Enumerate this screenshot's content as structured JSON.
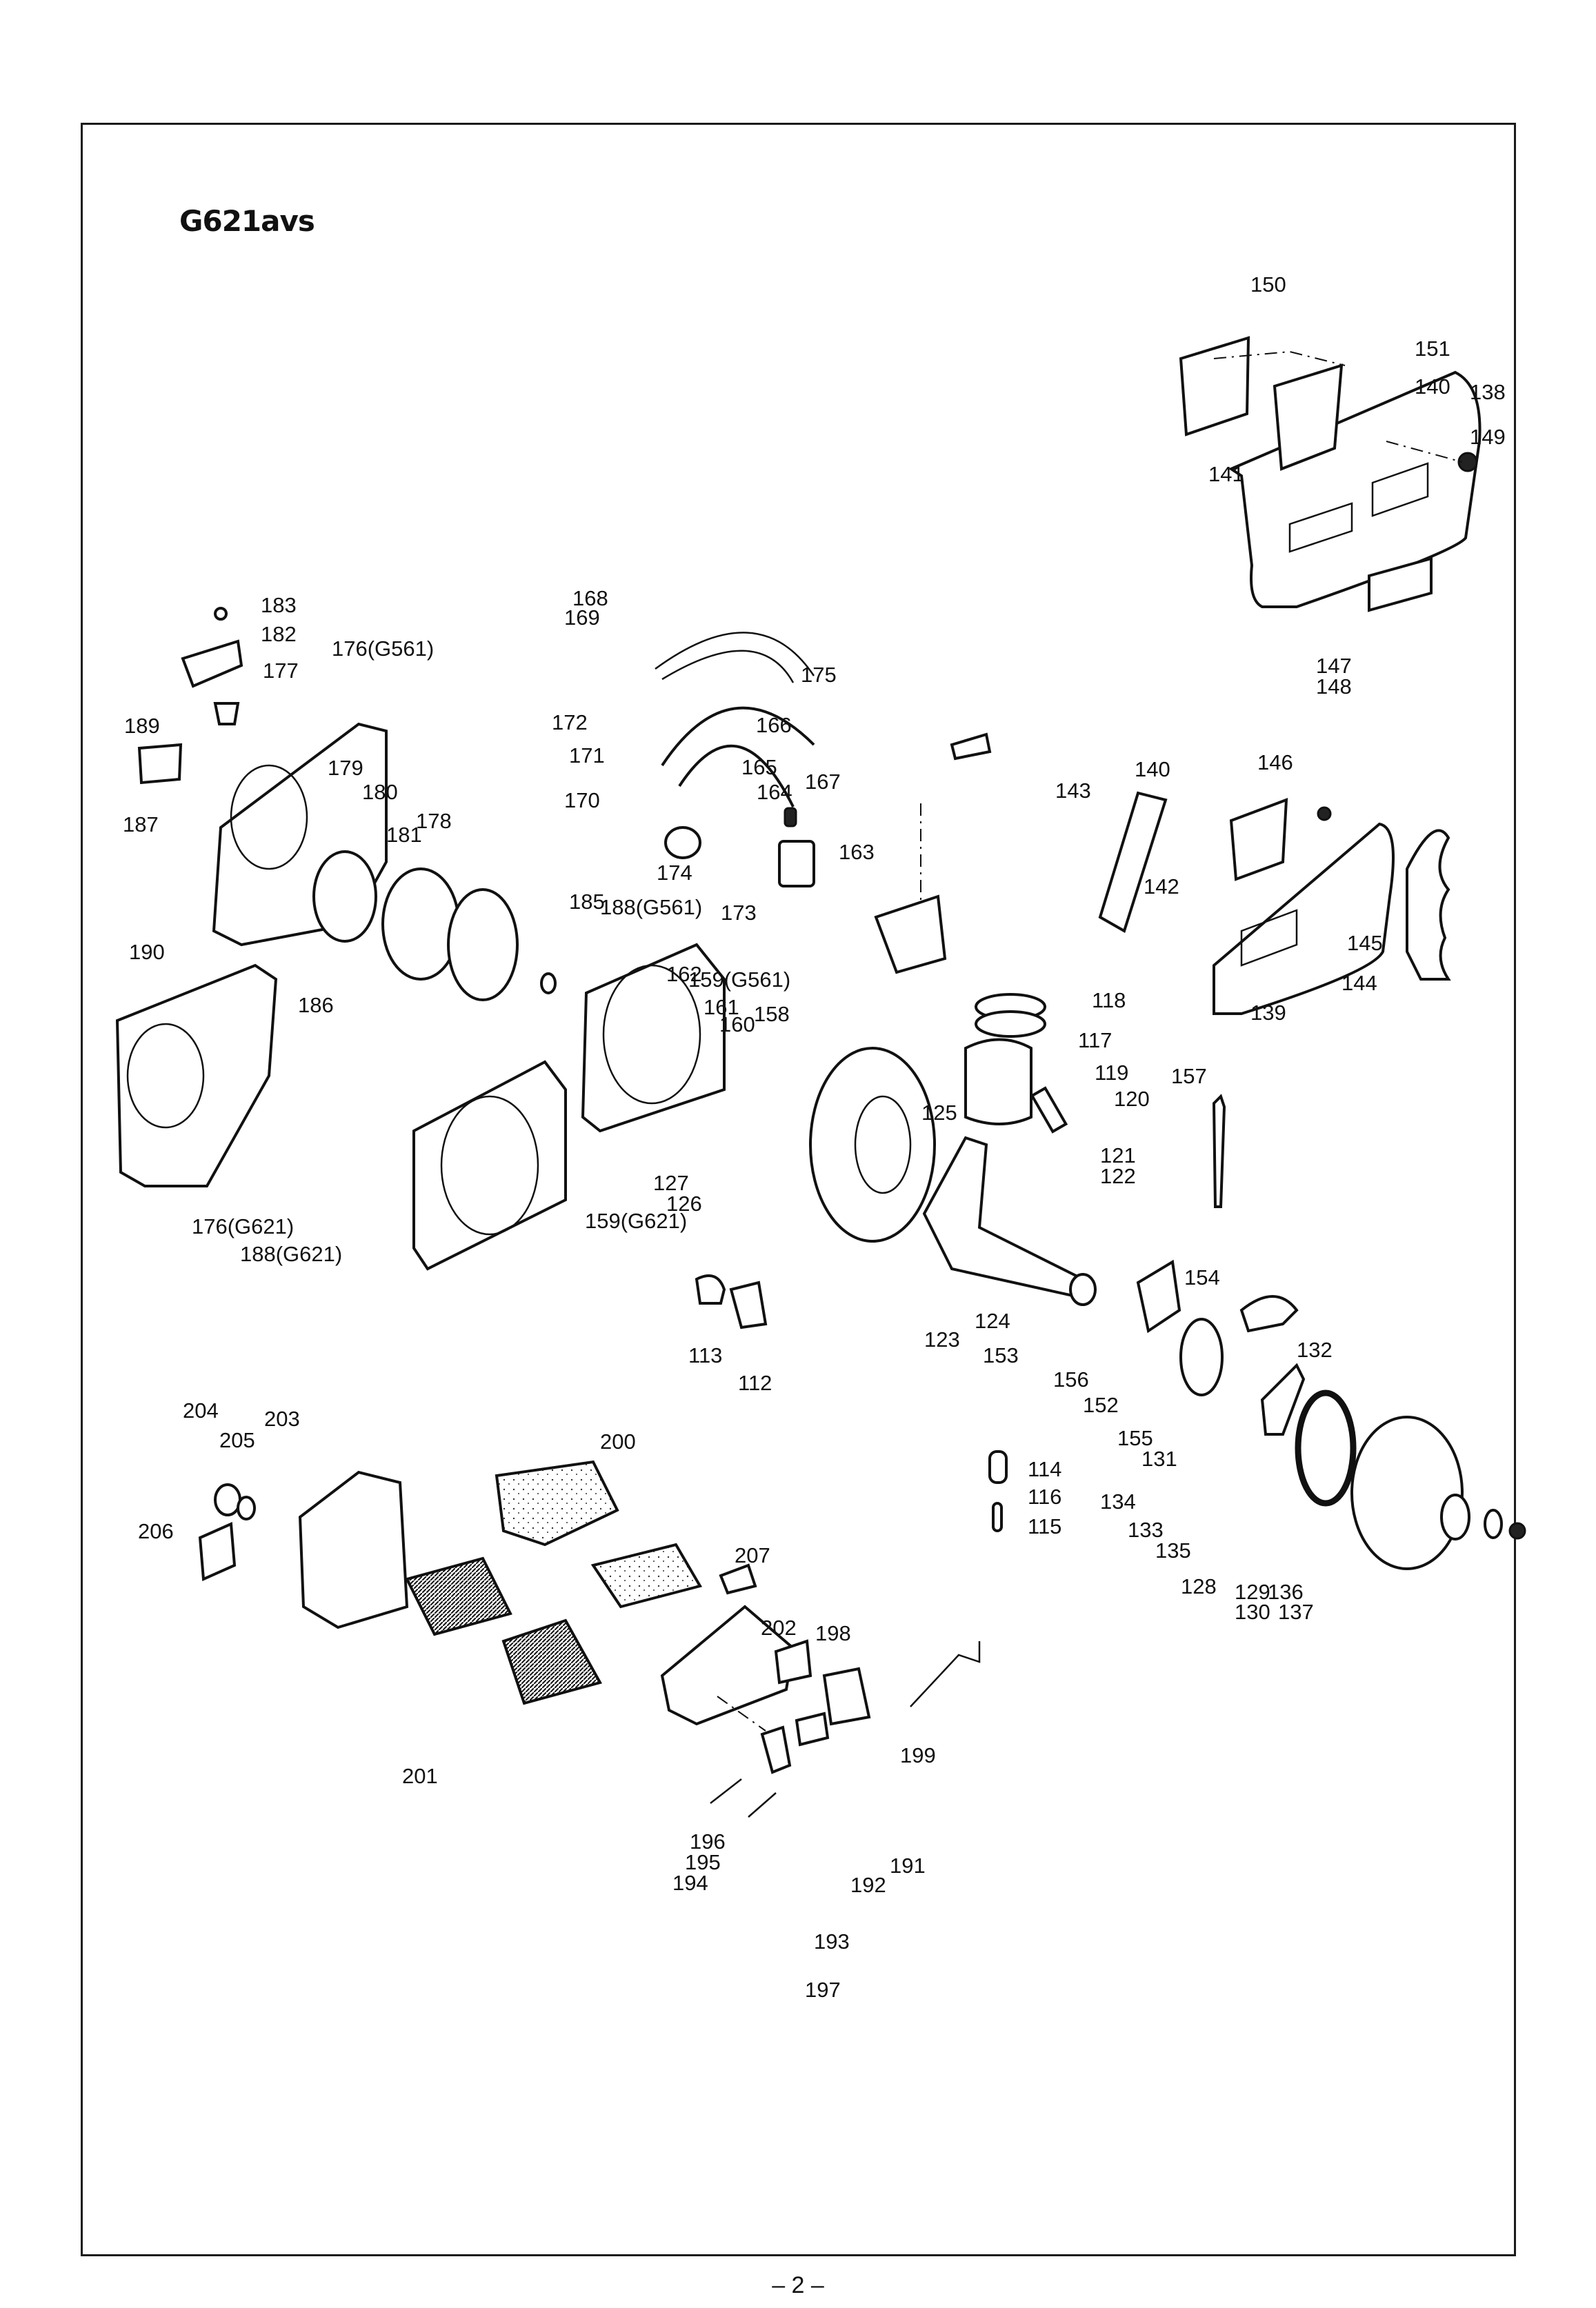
{
  "document": {
    "model_title": "G621avs",
    "page_number": "– 2 –",
    "accent_color": "#111111",
    "background_color": "#ffffff"
  },
  "callouts": {
    "c150": "150",
    "c151": "151",
    "c140a": "140",
    "c138": "138",
    "c141": "141",
    "c149": "149",
    "c147": "147",
    "c148": "148",
    "c183": "183",
    "c182": "182",
    "c176a": "176(G561)",
    "c177": "177",
    "c189": "189",
    "c187": "187",
    "c179": "179",
    "c180": "180",
    "c181": "181",
    "c178": "178",
    "c190": "190",
    "c186": "186",
    "c185": "185",
    "c188a": "188(G561)",
    "c176b": "176(G621)",
    "c188b": "188(G621)",
    "c168": "168",
    "c169": "169",
    "c172": "172",
    "c166": "166",
    "c171": "171",
    "c170": "170",
    "c165": "165",
    "c164": "164",
    "c174": "174",
    "c167": "167",
    "c175": "175",
    "c163": "163",
    "c173": "173",
    "c143": "143",
    "c140b": "140",
    "c146": "146",
    "c142": "142",
    "c145": "145",
    "c144": "144",
    "c139": "139",
    "c162": "162",
    "c159a": "159(G561)",
    "c161": "161",
    "c160": "160",
    "c158": "158",
    "c127": "127",
    "c126": "126",
    "c159b": "159(G621)",
    "c118": "118",
    "c117": "117",
    "c119": "119",
    "c120": "120",
    "c125": "125",
    "c121": "121",
    "c122": "122",
    "c157": "157",
    "c154": "154",
    "c123": "123",
    "c124": "124",
    "c153": "153",
    "c156": "156",
    "c132": "132",
    "c152": "152",
    "c155": "155",
    "c131": "131",
    "c113": "113",
    "c112": "112",
    "c114": "114",
    "c116": "116",
    "c115": "115",
    "c134": "134",
    "c133": "133",
    "c135": "135",
    "c128": "128",
    "c129": "129",
    "c130": "130",
    "c136": "136",
    "c137": "137",
    "c204": "204",
    "c205": "205",
    "c203": "203",
    "c206": "206",
    "c200": "200",
    "c201": "201",
    "c207": "207",
    "c202": "202",
    "c198": "198",
    "c199": "199",
    "c191": "191",
    "c192": "192",
    "c196": "196",
    "c195": "195",
    "c194": "194",
    "c193": "193",
    "c197": "197"
  }
}
